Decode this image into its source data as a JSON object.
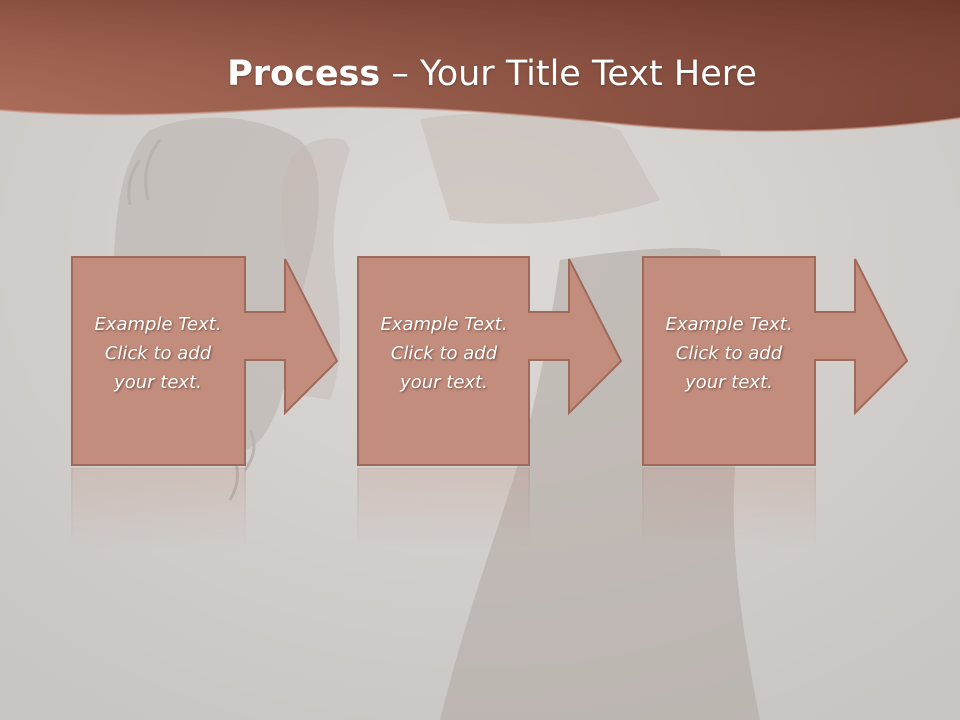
{
  "title": {
    "bold": "Process",
    "separator": " – ",
    "rest": "Your Title Text Here"
  },
  "steps": [
    {
      "text": "Example Text.\nClick  to add\nyour text."
    },
    {
      "text": "Example Text.\nClick  to add\nyour text."
    },
    {
      "text": "Example Text.\nClick  to add\nyour text."
    }
  ],
  "colors": {
    "banner": "#8c4f3f",
    "banner_light": "#b57a68",
    "box_fill": "#c38d7d",
    "box_border": "#a06a5a",
    "background": "#d6d3d0"
  }
}
